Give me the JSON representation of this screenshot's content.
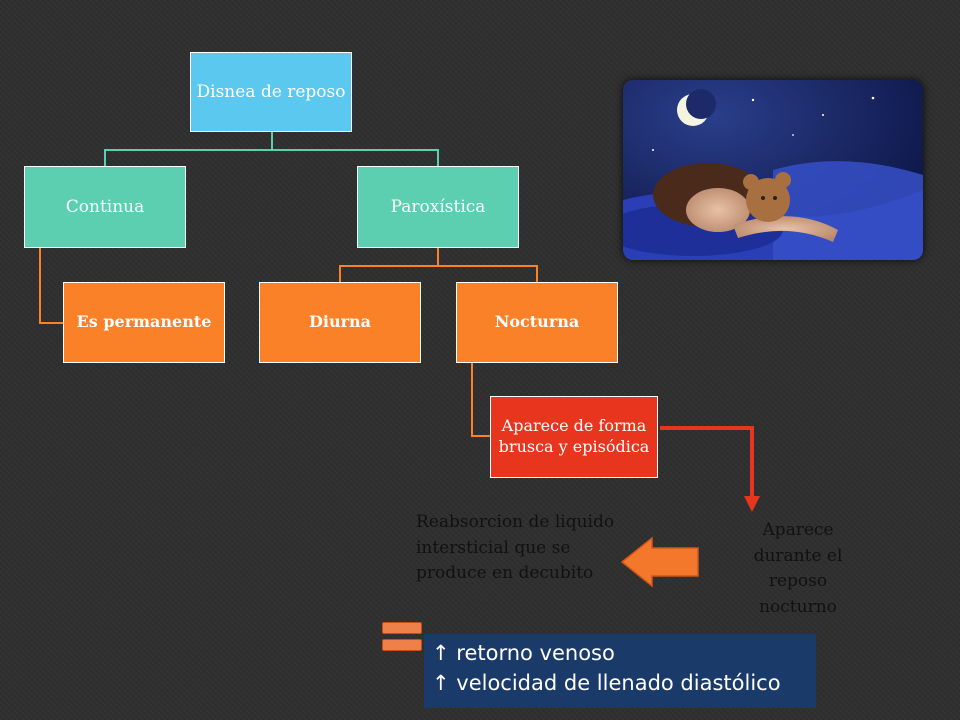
{
  "diagram": {
    "root": "Disnea de reposo",
    "continua": "Continua",
    "paroxistica": "Paroxística",
    "es_permanente": "Es permanente",
    "diurna": "Diurna",
    "nocturna": "Nocturna",
    "aparece_brusca": "Aparece de forma brusca y episódica"
  },
  "notes": {
    "reposo_nocturno": "Aparece durante el reposo nocturno",
    "reabsorcion": "Reabsorcion de liquido intersticial que se produce en decubito",
    "retorno": "↑ retorno venoso",
    "velocidad": "↑ velocidad de llenado diastólico"
  },
  "colors": {
    "background": "#2f2f2f",
    "root": "#5bc8f0",
    "level1": "#5ccfb0",
    "level2": "#fa8128",
    "highlight": "#e8361e",
    "panel": "#1a3a6a"
  }
}
